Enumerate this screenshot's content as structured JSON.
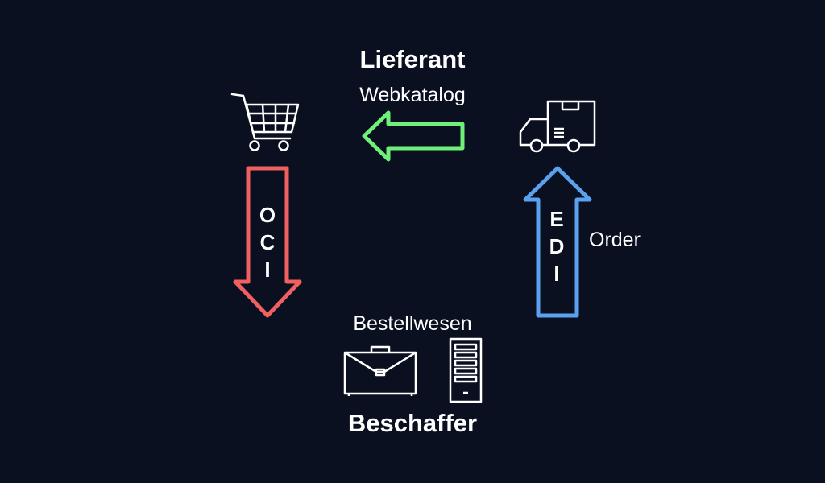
{
  "supplier": {
    "title": "Lieferant",
    "catalog_label": "Webkatalog"
  },
  "buyer": {
    "title": "Beschaffer",
    "system_label": "Bestellwesen"
  },
  "flows": {
    "oci": {
      "letters": [
        "O",
        "C",
        "I"
      ],
      "color": "#f06060"
    },
    "edi": {
      "letters": [
        "E",
        "D",
        "I"
      ],
      "color": "#5aa2f0"
    },
    "catalog_arrow_color": "#6ef07a",
    "order_label": "Order"
  },
  "icons": [
    "shopping-cart-icon",
    "delivery-truck-icon",
    "briefcase-icon",
    "server-tower-icon"
  ]
}
